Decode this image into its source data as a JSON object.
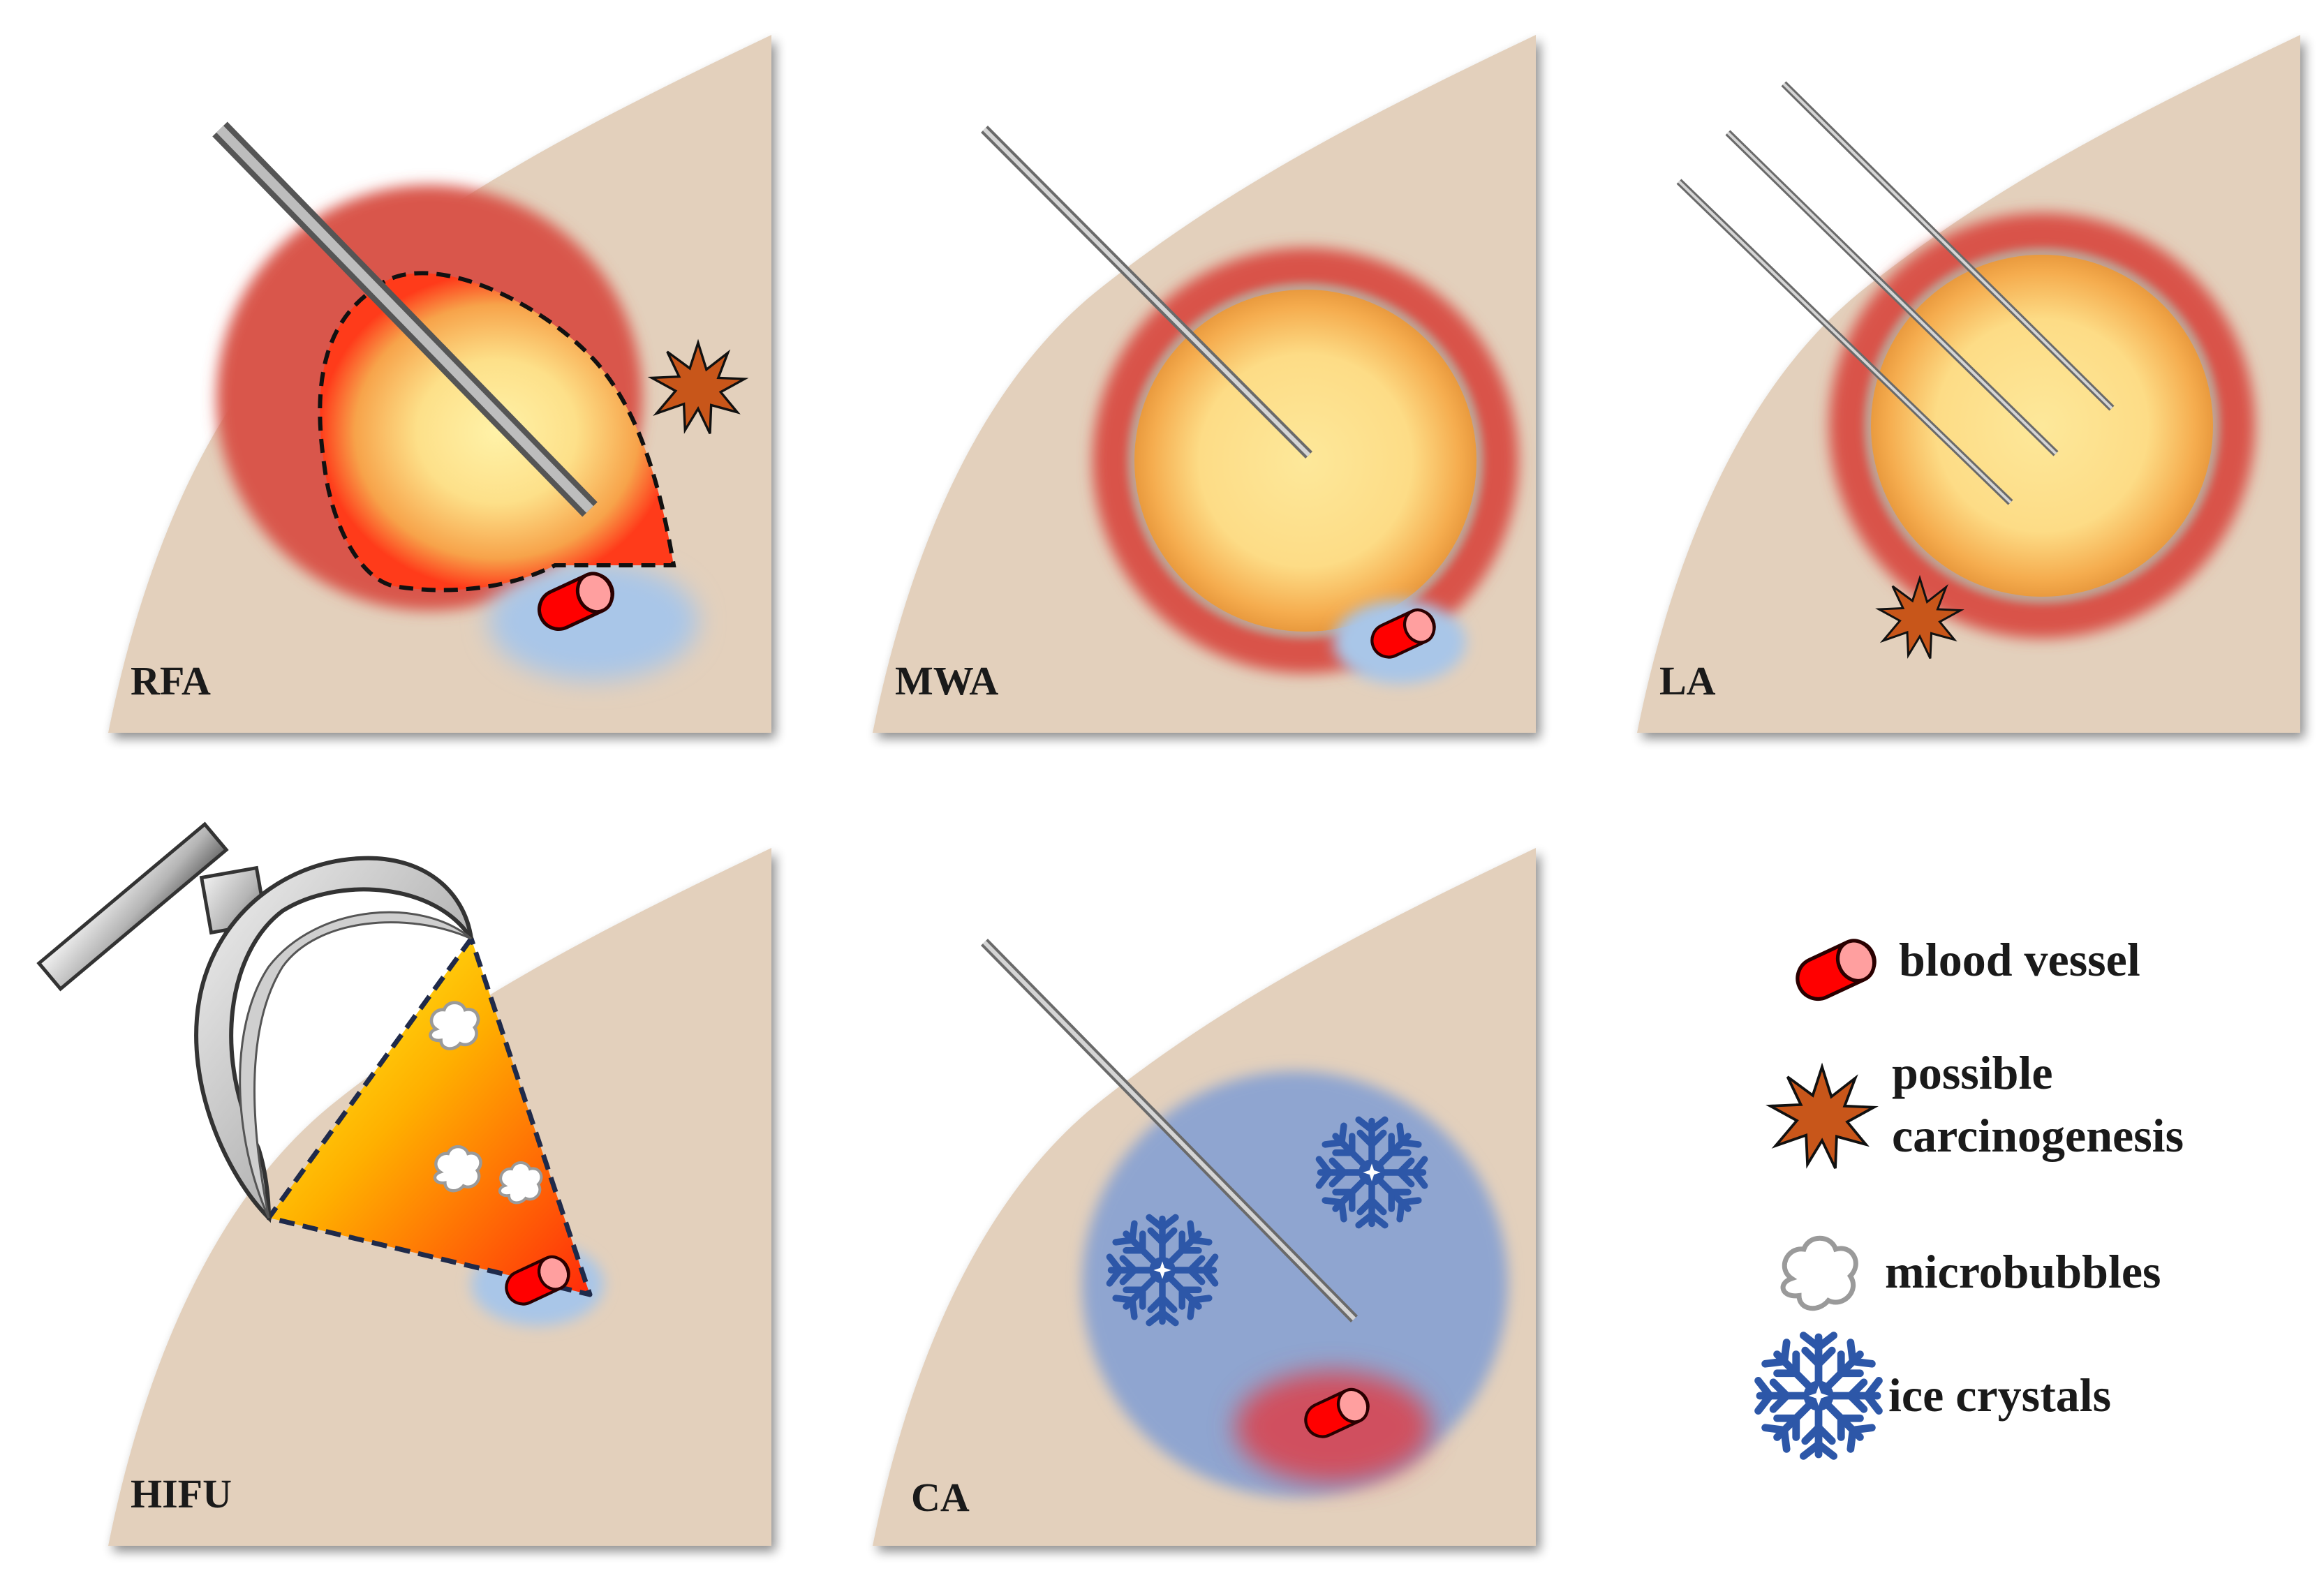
{
  "panels": [
    {
      "id": "rfa",
      "label": "RFA"
    },
    {
      "id": "mwa",
      "label": "MWA"
    },
    {
      "id": "la",
      "label": "LA"
    },
    {
      "id": "hifu",
      "label": "HIFU"
    },
    {
      "id": "ca",
      "label": "CA"
    }
  ],
  "legend": {
    "blood_vessel": "blood vessel",
    "carcinogenesis_line1": "possible",
    "carcinogenesis_line2": "carcinogenesis",
    "microbubbles": "microbubbles",
    "ice_crystals": "ice crystals"
  },
  "colors": {
    "tissue": "#e3d0bc",
    "ablation_rim": "#d9534a",
    "hot_core": "#fde89a",
    "hot_edge": "#ff3b1a",
    "cold_zone": "#8fa5d0",
    "vessel": "#ff0000",
    "vessel_cap": "#ff9a9a",
    "carcinogenesis": "#c8561a",
    "ice": "#2d57a8",
    "cool_halo": "#a9c6e8"
  }
}
